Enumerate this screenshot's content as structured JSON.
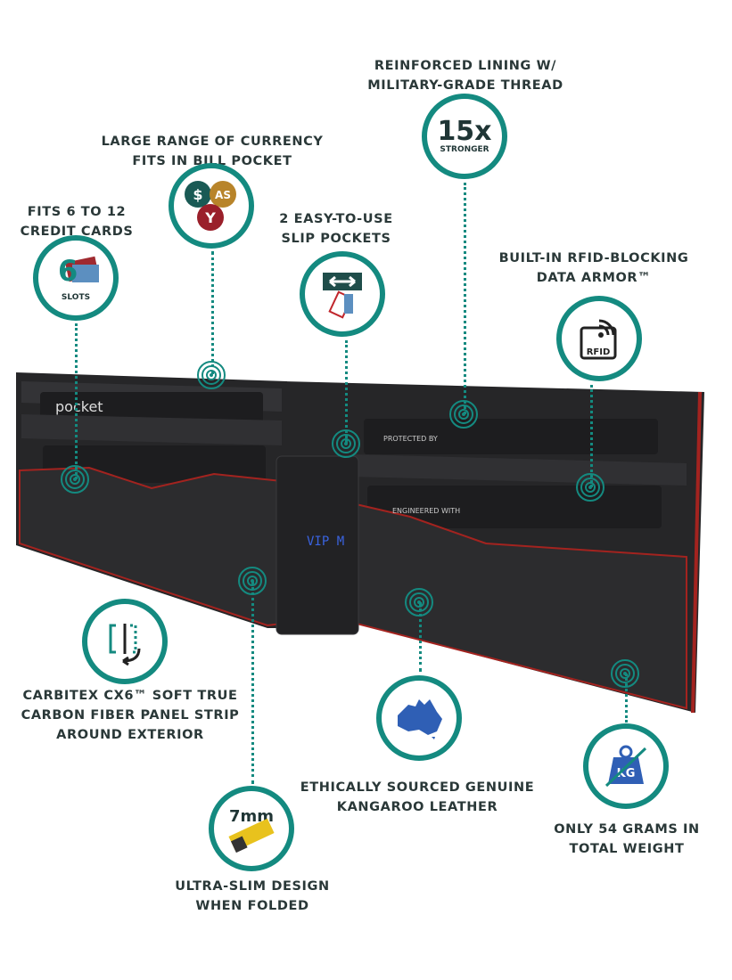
{
  "colors": {
    "accent": "#148a80",
    "text": "#2a3838",
    "leather": "#2b2b2d",
    "trim": "#a3231f"
  },
  "features": [
    {
      "id": "thread",
      "lines": [
        "REINFORCED LINING W/",
        "MILITARY-GRADE THREAD"
      ],
      "icon": "thread-strength-icon",
      "badge": "15x",
      "badge_sub": "STRONGER"
    },
    {
      "id": "currency",
      "lines": [
        "LARGE RANGE OF CURRENCY",
        "FITS IN BILL POCKET"
      ],
      "icon": "currency-icon",
      "symbols": [
        "$",
        "AS",
        "Y"
      ]
    },
    {
      "id": "cards",
      "lines": [
        "FITS 6 TO 12",
        "CREDIT CARDS"
      ],
      "icon": "card-slots-icon",
      "badge": "6",
      "badge_sub": "SLOTS"
    },
    {
      "id": "slip",
      "lines": [
        "2 EASY-TO-USE",
        "SLIP POCKETS"
      ],
      "icon": "slip-pocket-icon"
    },
    {
      "id": "rfid",
      "lines": [
        "BUILT-IN RFID-BLOCKING",
        "DATA ARMOR™"
      ],
      "icon": "rfid-icon",
      "badge_sub": "RFID"
    },
    {
      "id": "carbon",
      "lines": [
        "CARBITEX CX6™ SOFT TRUE",
        "CARBON FIBER PANEL STRIP",
        "AROUND EXTERIOR"
      ],
      "icon": "carbon-strip-icon"
    },
    {
      "id": "kangaroo",
      "lines": [
        "ETHICALLY SOURCED GENUINE",
        "KANGAROO LEATHER"
      ],
      "icon": "australia-map-icon"
    },
    {
      "id": "slim",
      "lines": [
        "ULTRA-SLIM DESIGN",
        "WHEN FOLDED"
      ],
      "icon": "tape-measure-icon",
      "badge": "7mm"
    },
    {
      "id": "weight",
      "lines": [
        "ONLY 54 GRAMS IN",
        "TOTAL WEIGHT"
      ],
      "icon": "weight-icon",
      "badge_sub": "KG"
    }
  ],
  "wallet": {
    "card1": "pocket",
    "card2": "PROTECTED BY",
    "card3": "ENGINEERED WITH",
    "card4": "VIP M"
  }
}
